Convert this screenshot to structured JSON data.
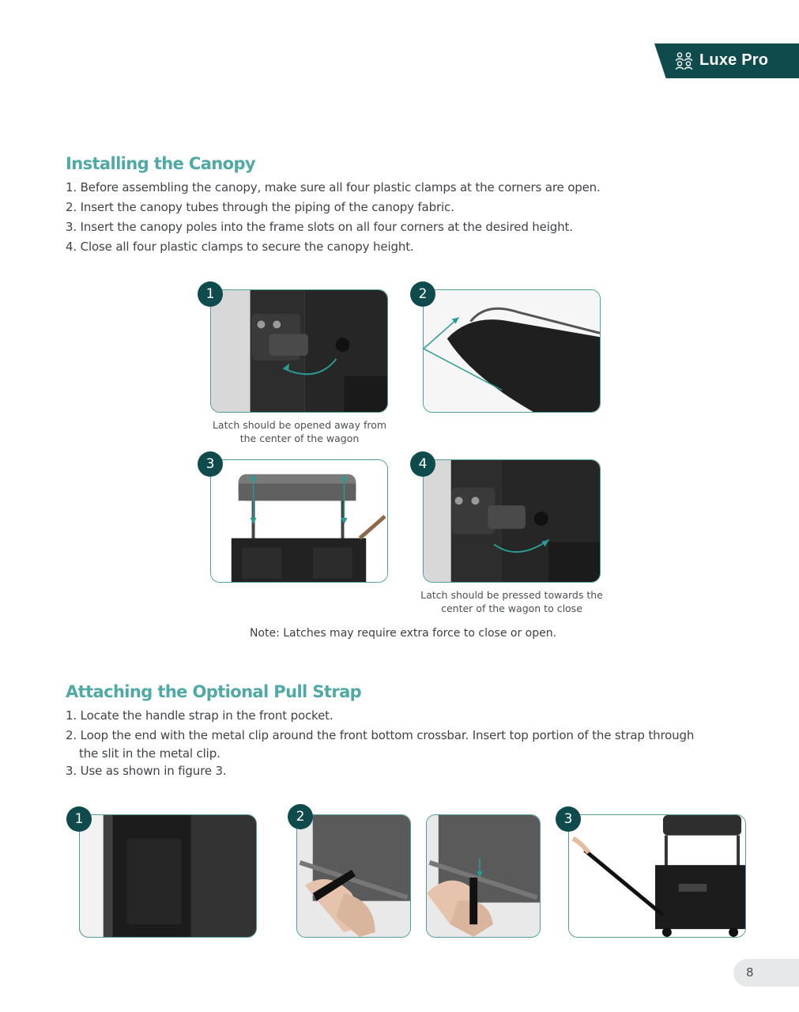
{
  "header": {
    "brand": "Luxe Pro",
    "brand_icon": "people-group-icon",
    "accent_color": "#0f4a4c"
  },
  "canopy": {
    "title": "Installing the Canopy",
    "steps": [
      "1. Before assembling the canopy, make sure all four plastic clamps at the corners are open.",
      "2. Insert the canopy tubes through the piping of the canopy fabric.",
      "3. Insert the canopy poles into the frame slots on all four corners at the desired height.",
      "4. Close all four plastic clamps to secure the canopy height."
    ],
    "figures": [
      {
        "number": "1",
        "caption": "Latch should be opened away from the center of the wagon"
      },
      {
        "number": "2",
        "caption": ""
      },
      {
        "number": "3",
        "caption": ""
      },
      {
        "number": "4",
        "caption": "Latch should be pressed towards the center of the wagon to close"
      }
    ],
    "note": "Note: Latches may require extra force to close or open."
  },
  "pull_strap": {
    "title": "Attaching the Optional Pull Strap",
    "steps": [
      "1. Locate the handle strap in the front pocket.",
      "2. Loop the end with the metal clip around the front bottom crossbar. Insert top portion of the strap through",
      "the slit in the metal clip.",
      "3. Use as shown in figure 3."
    ],
    "figures": [
      {
        "number": "1"
      },
      {
        "number": "2"
      },
      {
        "number": "3"
      }
    ]
  },
  "page_number": "8"
}
